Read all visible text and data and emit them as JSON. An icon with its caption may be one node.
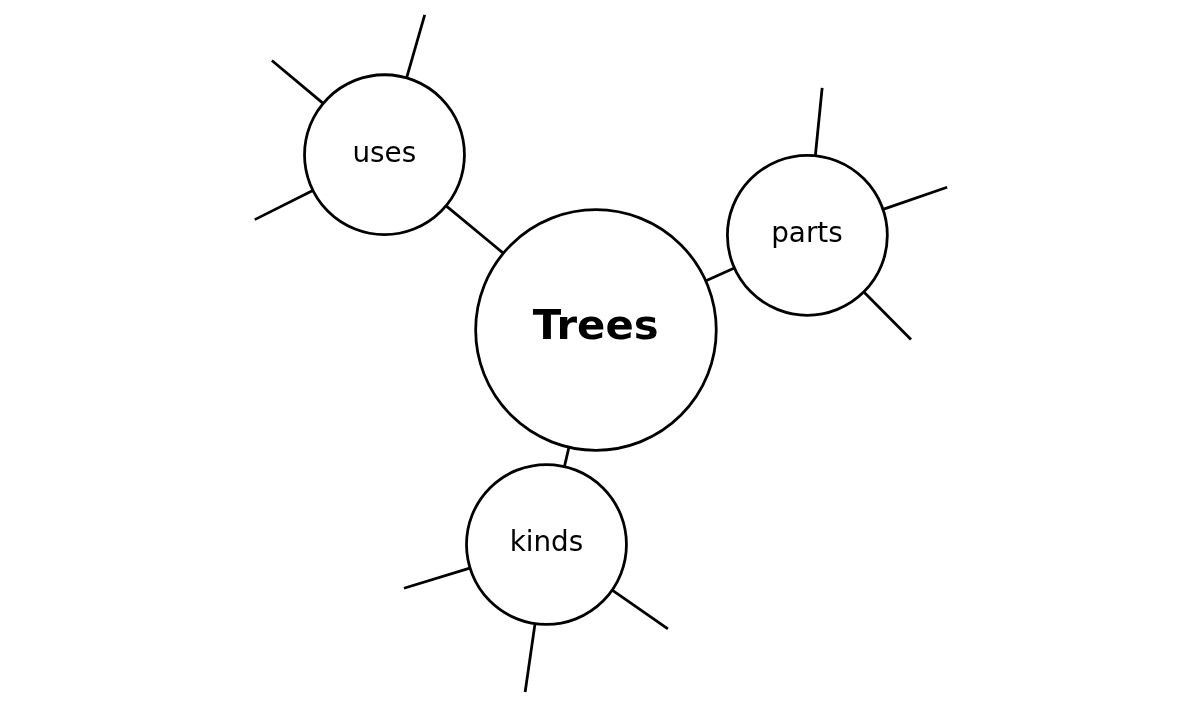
{
  "diagram": {
    "nodes": [
      {
        "text": [
          "Trees"
        ]
      },
      {
        "text": [
          "parts"
        ]
      },
      {
        "text": [
          "kinds"
        ]
      },
      {
        "text": [
          "uses"
        ]
      }
    ],
    "edges": [
      {
        "from": 0,
        "to": 1,
        "arrow": "none"
      },
      {
        "from": 0,
        "to": 2,
        "arrow": "none"
      },
      {
        "from": 0,
        "to": 3,
        "arrow": "none"
      },
      {
        "from": 1,
        "to": null,
        "arrow": "none"
      },
      {
        "from": 1,
        "to": null,
        "arrow": "none"
      },
      {
        "from": 1,
        "to": null,
        "arrow": "none"
      },
      {
        "from": 2,
        "to": null,
        "arrow": "none"
      },
      {
        "from": 2,
        "to": null,
        "arrow": "none"
      },
      {
        "from": 2,
        "to": null,
        "arrow": "none"
      },
      {
        "from": 3,
        "to": null,
        "arrow": "none"
      },
      {
        "from": 3,
        "to": null,
        "arrow": "none"
      },
      {
        "from": 3,
        "to": null,
        "arrow": "none"
      }
    ]
  }
}
